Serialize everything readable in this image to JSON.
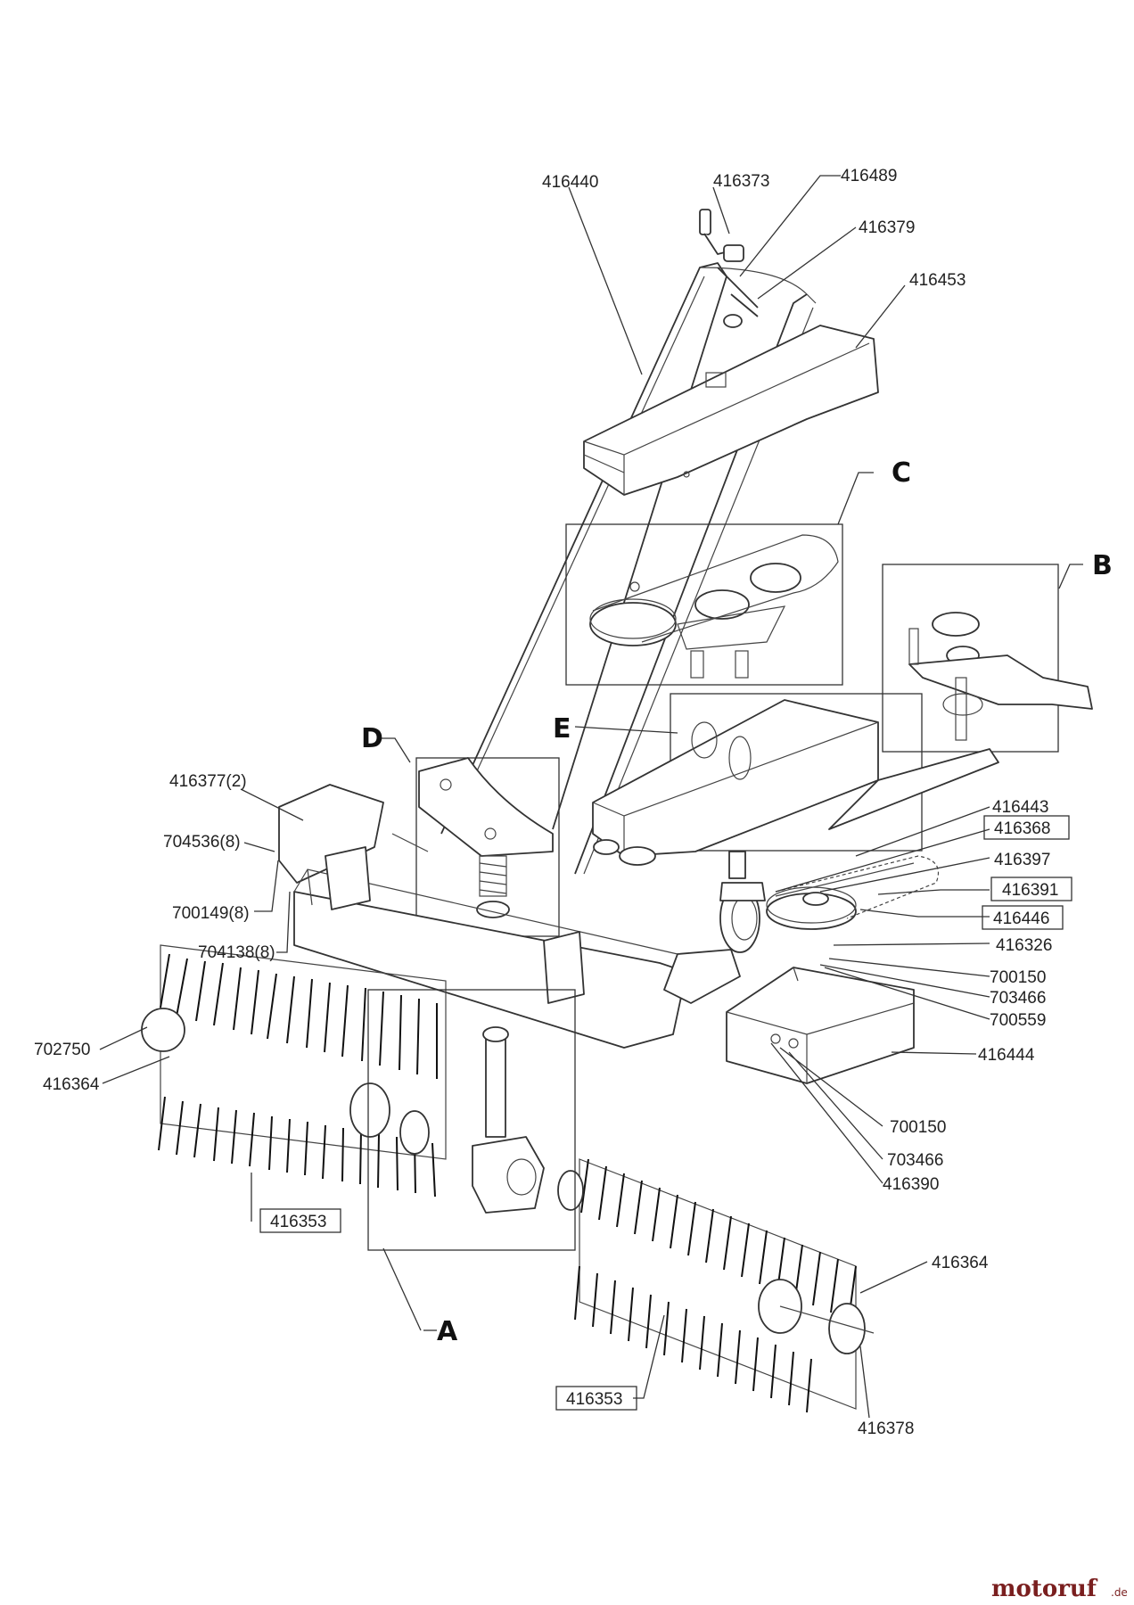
{
  "group_labels": {
    "A": "A",
    "B": "B",
    "C": "C",
    "D": "D",
    "E": "E"
  },
  "part_labels": {
    "p416440": "416440",
    "p416373": "416373",
    "p416489": "416489",
    "p416379": "416379",
    "p416453": "416453",
    "p416377": "416377(2)",
    "p704536": "704536(8)",
    "p700149": "700149(8)",
    "p704138": "704138(8)",
    "p416443": "416443",
    "p416368": "416368",
    "p416397": "416397",
    "p416391": "416391",
    "p416446": "416446",
    "p416326": "416326",
    "p700150a": "700150",
    "p703466a": "703466",
    "p700559": "700559",
    "p416444": "416444",
    "p700150b": "700150",
    "p703466b": "703466",
    "p416390": "416390",
    "p702750": "702750",
    "p416364a": "416364",
    "p416353a": "416353",
    "p416364b": "416364",
    "p416353b": "416353",
    "p416378": "416378"
  },
  "logo": {
    "main": "motoruf",
    "tld": ".de"
  },
  "icons": [
    "sweeper-exploded-view",
    "brush-roller",
    "castor-wheel",
    "pulley",
    "handle-bar"
  ]
}
